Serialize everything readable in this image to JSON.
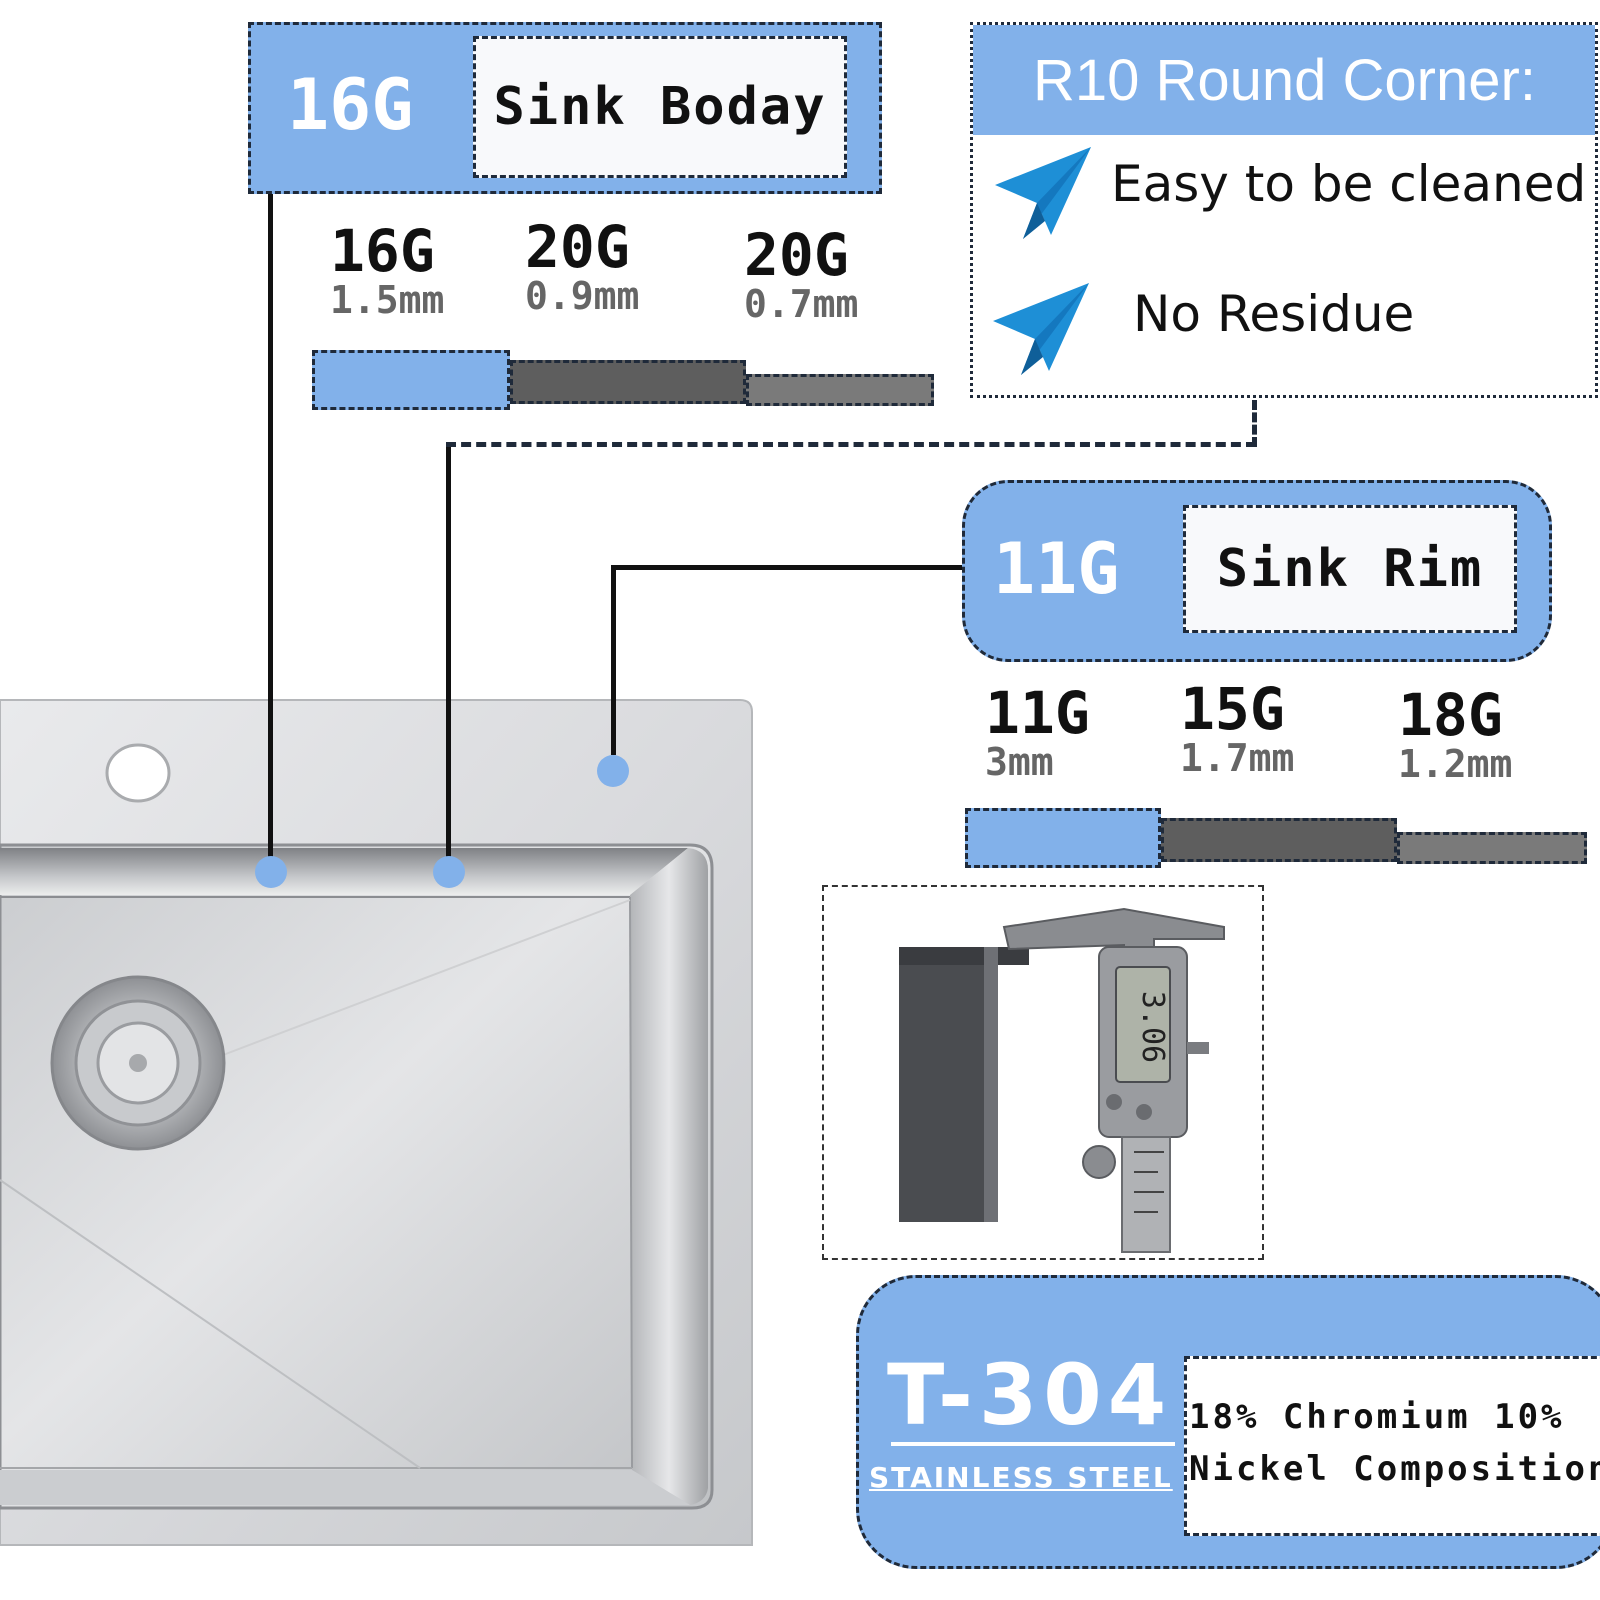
{
  "body_label": {
    "gauge": "16G",
    "text": "Sink Boday"
  },
  "body_gauges": [
    {
      "gauge": "16G",
      "mm": "1.5mm"
    },
    {
      "gauge": "20G",
      "mm": "0.9mm"
    },
    {
      "gauge": "20G",
      "mm": "0.7mm"
    }
  ],
  "corner": {
    "title": "R10 Round Corner:",
    "features": [
      "Easy to be cleaned",
      "No Residue"
    ]
  },
  "rim_label": {
    "gauge": "11G",
    "text": "Sink Rim"
  },
  "rim_gauges": [
    {
      "gauge": "11G",
      "mm": "3mm"
    },
    {
      "gauge": "15G",
      "mm": "1.7mm"
    },
    {
      "gauge": "18G",
      "mm": "1.2mm"
    }
  ],
  "material": {
    "grade": "T-304",
    "subtitle": "STAINLESS STEEL",
    "composition_line1": "18% Chromium 10%",
    "composition_line2": "Nickel Composition"
  },
  "colors": {
    "accent": "#82b1ea",
    "dark_bar": "#5e5e5e",
    "mid_bar": "#7a7a7a",
    "icon": "#1e8fd6"
  },
  "icons": [
    "paper-plane-icon"
  ]
}
